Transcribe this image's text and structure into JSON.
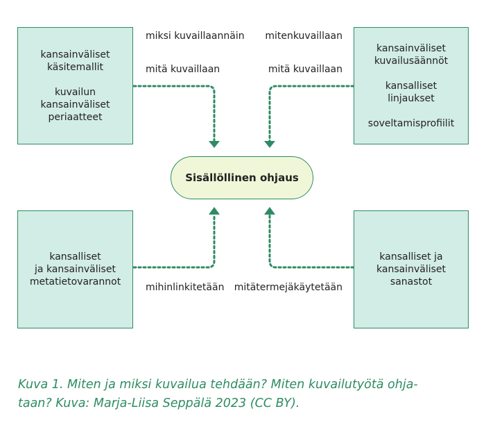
{
  "center": {
    "label": "Sisällöllinen ohjaus"
  },
  "boxes": {
    "top_left": [
      "kansainväliset",
      "käsitemallit",
      "",
      "kuvailun",
      "kansainväliset",
      "periaatteet"
    ],
    "top_right": [
      "kansainväliset",
      "kuvailusäännöt",
      "",
      "kansalliset",
      "linjaukset",
      "",
      "soveltamisprofiilit"
    ],
    "bottom_left": [
      "kansalliset",
      "ja kansainväliset",
      "metatietovarannot"
    ],
    "bottom_right": [
      "kansalliset ja",
      "kansainväliset",
      "sanastot"
    ]
  },
  "labels": {
    "top_left_1": [
      "miksi kuvaillaan",
      "näin"
    ],
    "top_left_2": [
      "mitä kuvaillaan"
    ],
    "top_right_1": [
      "miten",
      "kuvaillaan"
    ],
    "top_right_2": [
      "mitä kuvaillaan"
    ],
    "bottom_left": [
      "mihin",
      "linkitetään"
    ],
    "bottom_right": [
      "mitä",
      "termejä",
      "käytetään"
    ]
  },
  "caption": "Kuva 1. Miten ja miksi kuvailua tehdään? Miten kuvailutyötä ohja-\ntaan? Kuva: Marja-Liisa Seppälä 2023 (CC BY).",
  "colors": {
    "green": "#2e8b63",
    "box_fill": "#d2ece6",
    "center_fill": "#f0f7d8"
  }
}
